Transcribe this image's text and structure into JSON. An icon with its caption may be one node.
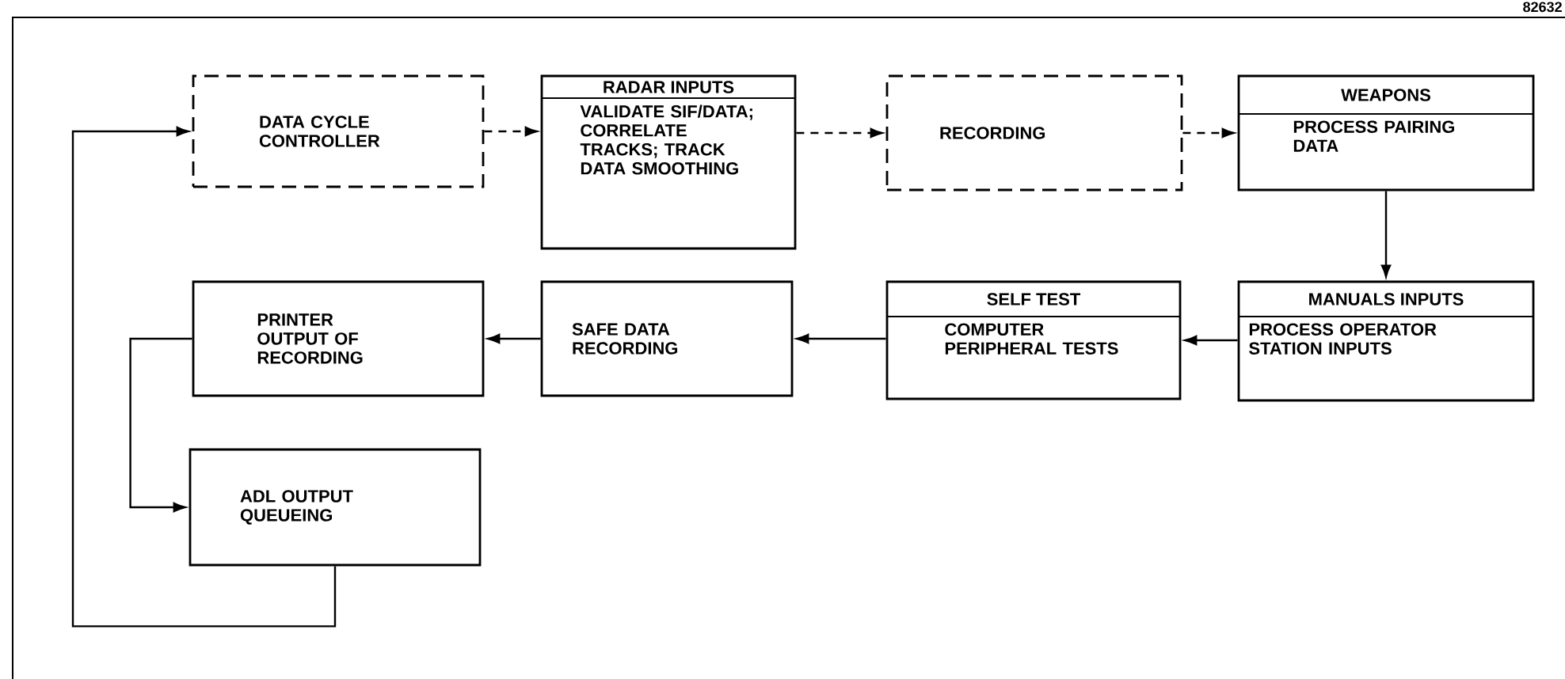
{
  "diagram": {
    "nodes": [
      {
        "text": [
          "DATA CYCLE CONTROLLER"
        ]
      },
      {
        "text": [
          "RADAR INPUTS",
          "VALIDATE SIF/DATA; CORRELATE TRACKS; TRACK DATA SMOOTHING"
        ]
      },
      {
        "text": [
          "RECORDING"
        ]
      },
      {
        "text": [
          "WEAPONS",
          "PROCESS PAIRING DATA"
        ]
      },
      {
        "text": [
          "MANUALS INPUTS",
          "PROCESS OPERATOR STATION INPUTS"
        ]
      },
      {
        "text": [
          "SELF TEST",
          "COMPUTER PERIPHERAL TESTS"
        ]
      },
      {
        "text": [
          "SAFE DATA RECORDING"
        ]
      },
      {
        "text": [
          "PRINTER OUTPUT OF RECORDING"
        ]
      },
      {
        "text": [
          "ADL OUTPUT QUEUEING"
        ]
      }
    ],
    "edges": [
      {
        "from": 0,
        "to": 1,
        "arrow": "to",
        "style": "dashed"
      },
      {
        "from": 1,
        "to": 2,
        "arrow": "to",
        "style": "dashed"
      },
      {
        "from": 2,
        "to": 3,
        "arrow": "to",
        "style": "dashed"
      },
      {
        "from": 3,
        "to": 4,
        "arrow": "to"
      },
      {
        "from": 4,
        "to": 5,
        "arrow": "to"
      },
      {
        "from": 5,
        "to": 6,
        "arrow": "to"
      },
      {
        "from": 6,
        "to": 7,
        "arrow": "to"
      },
      {
        "from": 7,
        "to": 8,
        "arrow": "to"
      },
      {
        "from": 8,
        "to": 0,
        "arrow": "to"
      }
    ],
    "labels": [
      "82632"
    ]
  }
}
